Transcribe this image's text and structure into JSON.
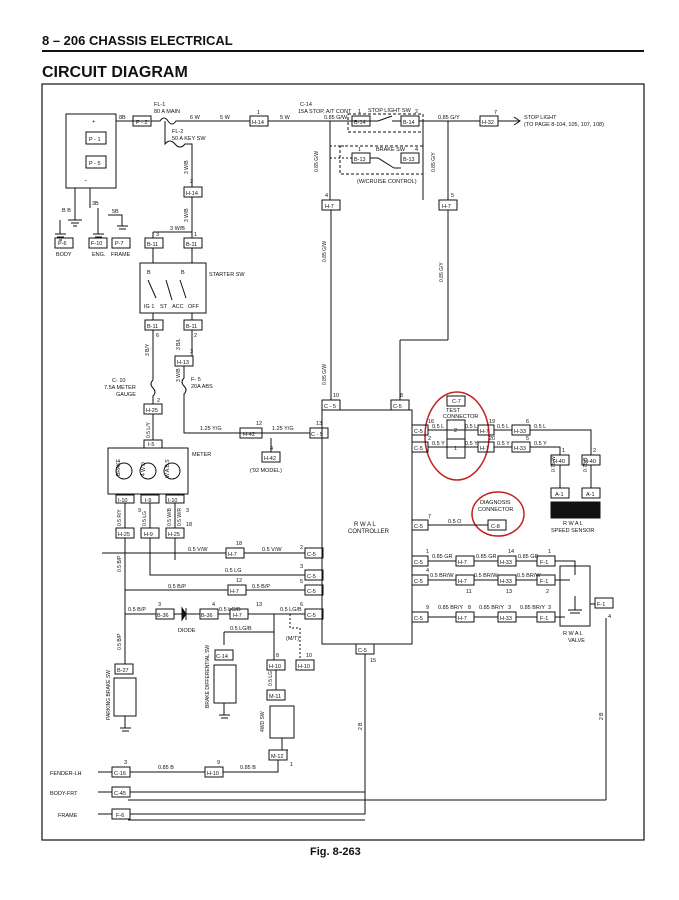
{
  "header": {
    "section": "8 – 206 CHASSIS ELECTRICAL",
    "title": "CIRCUIT DIAGRAM",
    "figure": "Fig. 8-263"
  },
  "battery": {
    "plus": "+",
    "minus": "−",
    "p1": "P - 1",
    "p5": "P - 5",
    "bb": "B B",
    "w3b": "3B",
    "w5b": "5B"
  },
  "grounds": {
    "p6": "P-6",
    "body": "BODY",
    "f10": "F-10",
    "eng": "ENG.",
    "p7": "P-7",
    "frame": "FRAME"
  },
  "top_feed": {
    "w8b": "8B",
    "p2": "P - 2",
    "fl1": "FL-1",
    "fl1_name": "80 A MAIN",
    "w6w": "6 W",
    "w5w_a": "5 W",
    "h14_num": "1",
    "h14": "H-14",
    "w5w_b": "5 W",
    "c14": "C-14",
    "c14_name": "15A STOP, A/T CONT",
    "w085gw": "0.85 G/W",
    "fl2": "FL-2",
    "fl2_name": "50 A KEY SW"
  },
  "stoplight_sw": {
    "label": "STOP LIGHT SW",
    "b14a": "B-14",
    "b14b": "B-14",
    "p1": "1",
    "p2": "2",
    "w085gy": "0.85 G/Y",
    "h32_num": "7",
    "h32": "H-32",
    "stoplight": "STOP LIGHT",
    "stoplight_ref": "(TO PAGE 8-104, 105, 107, 108)"
  },
  "brake_sw": {
    "label": "BRAKE SW",
    "b13a": "B-13",
    "b13b": "B-13",
    "p1": "1",
    "p4": "4",
    "cruise": "(W/CRUISE CONTROL)",
    "w085gw": "0.85 G/W",
    "w085gy": "0.85 G/Y",
    "h7a_num": "4",
    "h7a": "H-7",
    "h7b_num": "5",
    "h7b": "H-7",
    "w085gw_b": "0.85 G/W",
    "w085gy_b": "0.85 G/Y"
  },
  "starter": {
    "w3wb_a": "3 W/B",
    "h14_num": "2",
    "h14": "H-14",
    "w3wb_b": "3 W/B",
    "w3wb_c": "3 W/B",
    "b11a_num": "3",
    "b11a": "B-11",
    "b11b_num": "1",
    "b11b": "B-11",
    "label": "STARTER SW",
    "pos_a": "B",
    "pos_b": "B",
    "ig1": "IG 1",
    "st": "ST",
    "acc": "ACC",
    "off": "OFF",
    "b11c": "B-11",
    "b11d": "B-11",
    "b11c_num": "6",
    "b11d_num": "2",
    "w3by": "3 B/Y",
    "w3bl": "3 B/L",
    "w3wb_d": "3 W/B",
    "h13_num": "3",
    "h13": "H-13"
  },
  "fuses": {
    "c10": "C- 10",
    "c10_name": "7.5A METER",
    "c10_name2": "GAUGE",
    "h25a": "H-25",
    "h25_num": "2",
    "w05ly": "0.5 L/Y",
    "i5": "I-5",
    "f5": "F- 5",
    "f5_name": "20A ABS"
  },
  "meter": {
    "label": "METER",
    "brake": "BRAKE",
    "g4wd": "4 W D",
    "abs": "W.A.B.S",
    "i10": "I-10",
    "i9": "I-9",
    "i10b": "I-10",
    "n9": "9",
    "n3": "3",
    "w05ry": "0.5 R/Y",
    "w05lg": "0.5 LG",
    "w05wb": "0.5 W/B",
    "w05wr": "0.5 W/R",
    "h25a": "H-25",
    "h9": "H-9",
    "h25b": "H-25",
    "n18": "18"
  },
  "main_wires": {
    "w125yg_a": "1.25 Y/G",
    "h42_num": "12",
    "h42": "H-42",
    "w125yg_b": "1.25 Y/G",
    "c5_num": "13",
    "c5": "C - 5",
    "h42b_num": "4",
    "h42b": "H-42",
    "model92": "('92 MODEL)",
    "c5_top_a_num": "10",
    "c5_top_a": "C - 5",
    "c5_top_b_num": "8",
    "c5_top_b": "C-5",
    "w085gw": "0.85 G/W"
  },
  "controller": {
    "line1": "R W A L",
    "line2": "CONTROLLER"
  },
  "test_conn": {
    "c7": "C-7",
    "label1": "TEST",
    "label2": "CONNECTOR",
    "pin2": "2",
    "pin1": "1",
    "c5a": "C-5",
    "c5a_num": "16",
    "w05l_a": "0.5 L",
    "w05l_b": "0.5 L",
    "h7a": "H-7",
    "h7a_num": "19",
    "w05l_c": "0.5 L",
    "h33a": "H-33",
    "h33a_num": "6",
    "w05l_d": "0.5 L",
    "c5b": "C-5",
    "c5b_num": "2",
    "w05y_a": "0.5 Y",
    "w05y_b": "0.5 Y",
    "h7b": "H-7",
    "h7b_num": "20",
    "w05y_c": "0.5 Y",
    "h33b": "H-33",
    "h33b_num": "5",
    "w05y_d": "0.5 Y"
  },
  "speed_sensor": {
    "h40a_num": "1",
    "h40a": "H-40",
    "h40b_num": "2",
    "h40b": "H-40",
    "w075w": "0.75 W",
    "w075b": "0.75 B",
    "a1a": "A-1",
    "a1b": "A-1",
    "line1": "R W A L",
    "line2": "SPEED SENSOR"
  },
  "diag_conn": {
    "label1": "DIAGNOSIS",
    "label2": "CONNECTOR",
    "c8": "C-8",
    "c5": "C-5",
    "c5_num": "7",
    "w05o": "0.5 O"
  },
  "left_bus": {
    "h7a_num": "18",
    "h7a": "H-7",
    "w05vw_a": "0.5 V/W",
    "w05vw_b": "0.5 V/W",
    "c5a": "C-5",
    "c5a_num": "2",
    "w05lg_a": "0.5 LG",
    "c5b": "C-5",
    "c5b_num": "3",
    "h7b_num": "12",
    "h7b": "H-7",
    "w05bp_a": "0.5 B/P",
    "w05bp_b": "0.5 B/P",
    "c5c": "C-5",
    "c5c_num": "5",
    "w05bp_c": "0.5 B/P",
    "b36a_num": "3",
    "b36a": "B-36",
    "diode": "DIODE",
    "b36b": "B-36",
    "b36b_num": "4",
    "w05lgb_a": "0.5 LG/B",
    "h7c": "H-7",
    "h7c_num": "13",
    "w05lgb_b": "0.5 LG/B",
    "c5d": "C-5",
    "c5d_num": "6",
    "w05lgb_c": "0.5 LG/B",
    "mt": "(M/T)",
    "w05bp_v": "0.5 B/P",
    "w05bp_v2": "0.5 B/P"
  },
  "valve": {
    "c5a_num": "1",
    "c5a": "C-5",
    "w085gr": "0.85 GR",
    "h7a": "H-7",
    "w085gr_b": "0.85 GR",
    "h33a_num": "14",
    "h33a": "H-33",
    "w085gr_c": "0.85 GR",
    "f1a": "F-1",
    "f1a_num": "1",
    "c5b_num": "4",
    "c5b": "C-5",
    "w05brw": "0.5 BR/W",
    "h7b": "H-7",
    "w05brw_b": "0.5 BR/W",
    "h33b": "H-33",
    "w05brw_c": "0.5 BR/W",
    "f1b": "F-1",
    "n11": "11",
    "n13": "13",
    "n2": "2",
    "c5c_num": "9",
    "c5c": "C-5",
    "w085bry": "0.85 BR/Y",
    "h7c_num": "8",
    "h7c": "H-7",
    "w085bry_b": "0.85 BR/Y",
    "h33c_num": "3",
    "h33c": "H-33",
    "w085bry_c": "0.85 BR/Y",
    "f1c_num": "3",
    "f1c": "F-1",
    "f1d": "F-1",
    "f1d_num": "4",
    "line1": "R W A L",
    "line2": "VALVE"
  },
  "lower": {
    "c14": "C-14",
    "h10a_num": "8",
    "h10a": "H-10",
    "h10b_num": "10",
    "h10b": "H-10",
    "brake_diff": "BRAKE DIFFERENTIAL SW",
    "m11": "M-11",
    "w05lg": "0.5 LG",
    "sw4wd": "4WD SW",
    "m12": "M-12",
    "m12_num": "1",
    "b27": "B-27",
    "parking": "PARKING BRAKE SW",
    "w05bp": "0.5 B/P",
    "c5_bot_num": "15",
    "c5_bot": "C-5",
    "w2b_a": "2 B",
    "w2b_b": "2 B"
  },
  "bottom_grounds": {
    "fender": "FENDER-LH",
    "c16_num": "3",
    "c16": "C-16",
    "w085b_a": "0.85 B",
    "h10_num": "9",
    "h10": "H-10",
    "w085b_b": "0.85 B",
    "body": "BODY-FRT",
    "c45": "C-45",
    "frame": "FRAME",
    "f6": "F-6"
  }
}
